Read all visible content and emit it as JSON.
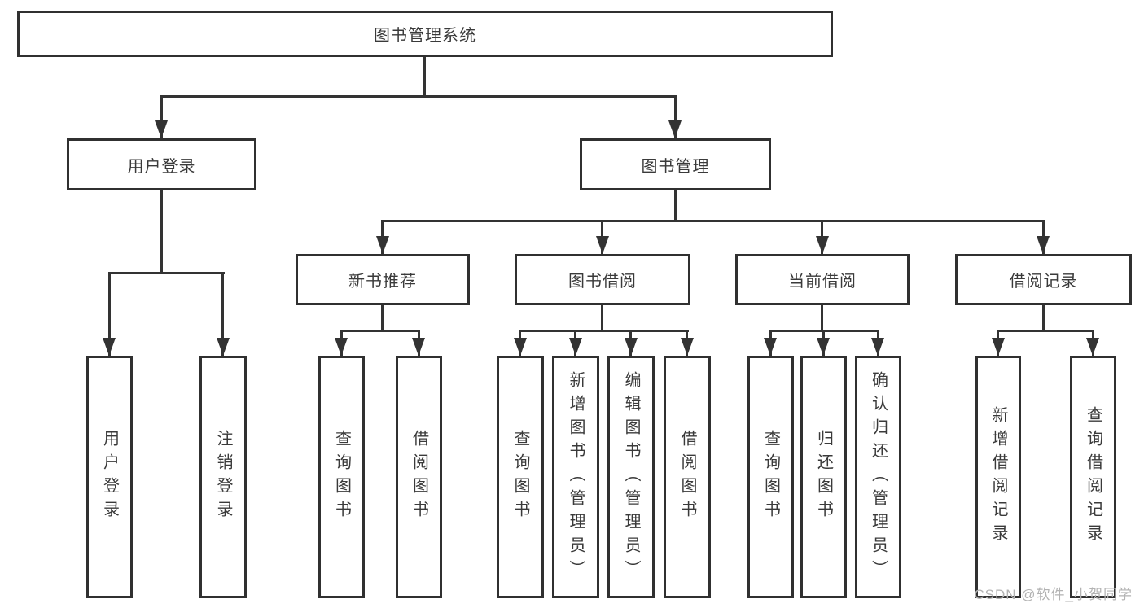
{
  "diagram": {
    "title": "图书管理系统",
    "colors": {
      "line": "#333333",
      "border": "#303030",
      "text": "#3a3a3a",
      "watermark": "#b3b3b3"
    },
    "nodes": {
      "root": {
        "label": "图书管理系统"
      },
      "user_login": {
        "label": "用户登录"
      },
      "book_mgmt": {
        "label": "图书管理"
      },
      "new_book_rec": {
        "label": "新书推荐"
      },
      "book_borrow": {
        "label": "图书借阅"
      },
      "current_borrow": {
        "label": "当前借阅"
      },
      "borrow_records": {
        "label": "借阅记录"
      },
      "leaf_user_login": {
        "label": "用户登录"
      },
      "leaf_logout": {
        "label": "注销登录"
      },
      "leaf_query_books_a": {
        "label": "查询图书"
      },
      "leaf_borrow_books_a": {
        "label": "借阅图书"
      },
      "leaf_query_books_b": {
        "label": "查询图书"
      },
      "leaf_add_books": {
        "label": "新增图书（管理员）"
      },
      "leaf_edit_books": {
        "label": "编辑图书（管理员）"
      },
      "leaf_borrow_books_b": {
        "label": "借阅图书"
      },
      "leaf_query_books_c": {
        "label": "查询图书"
      },
      "leaf_return_books": {
        "label": "归还图书"
      },
      "leaf_confirm_return": {
        "label": "确认归还（管理员）"
      },
      "leaf_add_borrow_record": {
        "label": "新增借阅记录"
      },
      "leaf_query_borrow_record": {
        "label": "查询借阅记录"
      }
    },
    "watermark": "CSDN @软件_小贺同学"
  }
}
